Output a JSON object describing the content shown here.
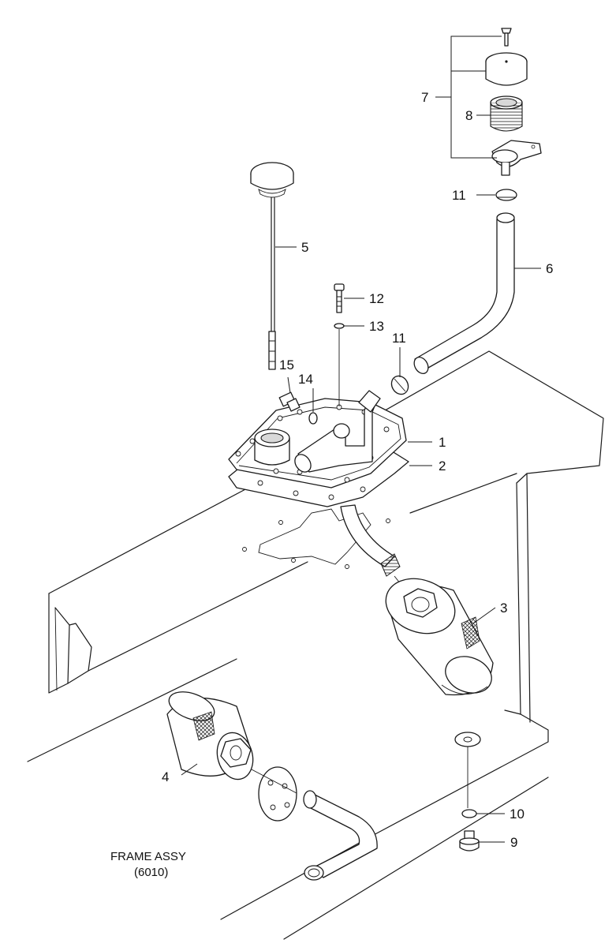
{
  "callouts": {
    "c1": "1",
    "c2": "2",
    "c3": "3",
    "c4": "4",
    "c5": "5",
    "c6": "6",
    "c7": "7",
    "c8": "8",
    "c9": "9",
    "c10": "10",
    "c11_top": "11",
    "c11_mid": "11",
    "c12": "12",
    "c13": "13",
    "c14": "14",
    "c15": "15"
  },
  "caption": {
    "line1": "FRAME ASSY",
    "line2": "(6010)"
  },
  "colors": {
    "line": "#1a1a1a",
    "background": "#ffffff",
    "shade": "#d9d9d9"
  }
}
